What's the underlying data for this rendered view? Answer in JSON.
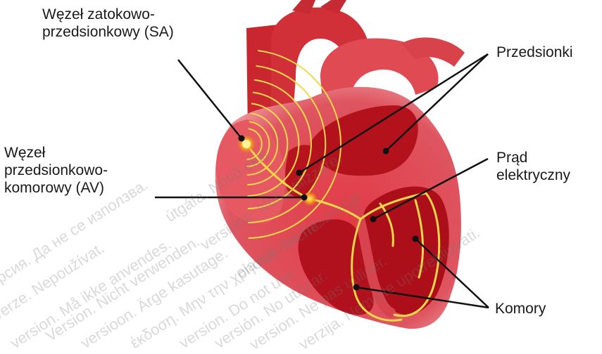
{
  "labels": {
    "sa_node": {
      "line1": "Węzeł zatokowo-",
      "line2": "przedsionkowy (SA)"
    },
    "av_node": {
      "line1": "Węzeł",
      "line2": "przedsionkowo-",
      "line3": "komorowy (AV)"
    },
    "atria": "Przedsionki",
    "current": {
      "line1": "Prąd",
      "line2": "elektryczny"
    },
    "ventricles": "Komory"
  },
  "watermarks": [
    "версия. Да не се използва.",
    "verze. Nepoužívat.",
    "version. Må ikke anvendes.",
    "Version. Nicht verwenden.",
    "versioon. Ärge kasutage.",
    "έκδοση. Μην την χρησιμοποιείτε.",
    "version. Do not use.",
    "versión. No utilizar.",
    "version. Ne pas utiliser.",
    "verzija. Nemojte upotrebljavati.",
    "útgáfa. Notið ekki.",
    "versione. Non utilizzare.",
    "elavult. Ne használja!"
  ],
  "colors": {
    "heart_outer": "#e8606b",
    "heart_wall": "#d02530",
    "chamber": "#b0101c",
    "vessel": "#cc2a34",
    "wave": "#f3d84a",
    "node": "#f4a11a",
    "leader": "#111111"
  }
}
